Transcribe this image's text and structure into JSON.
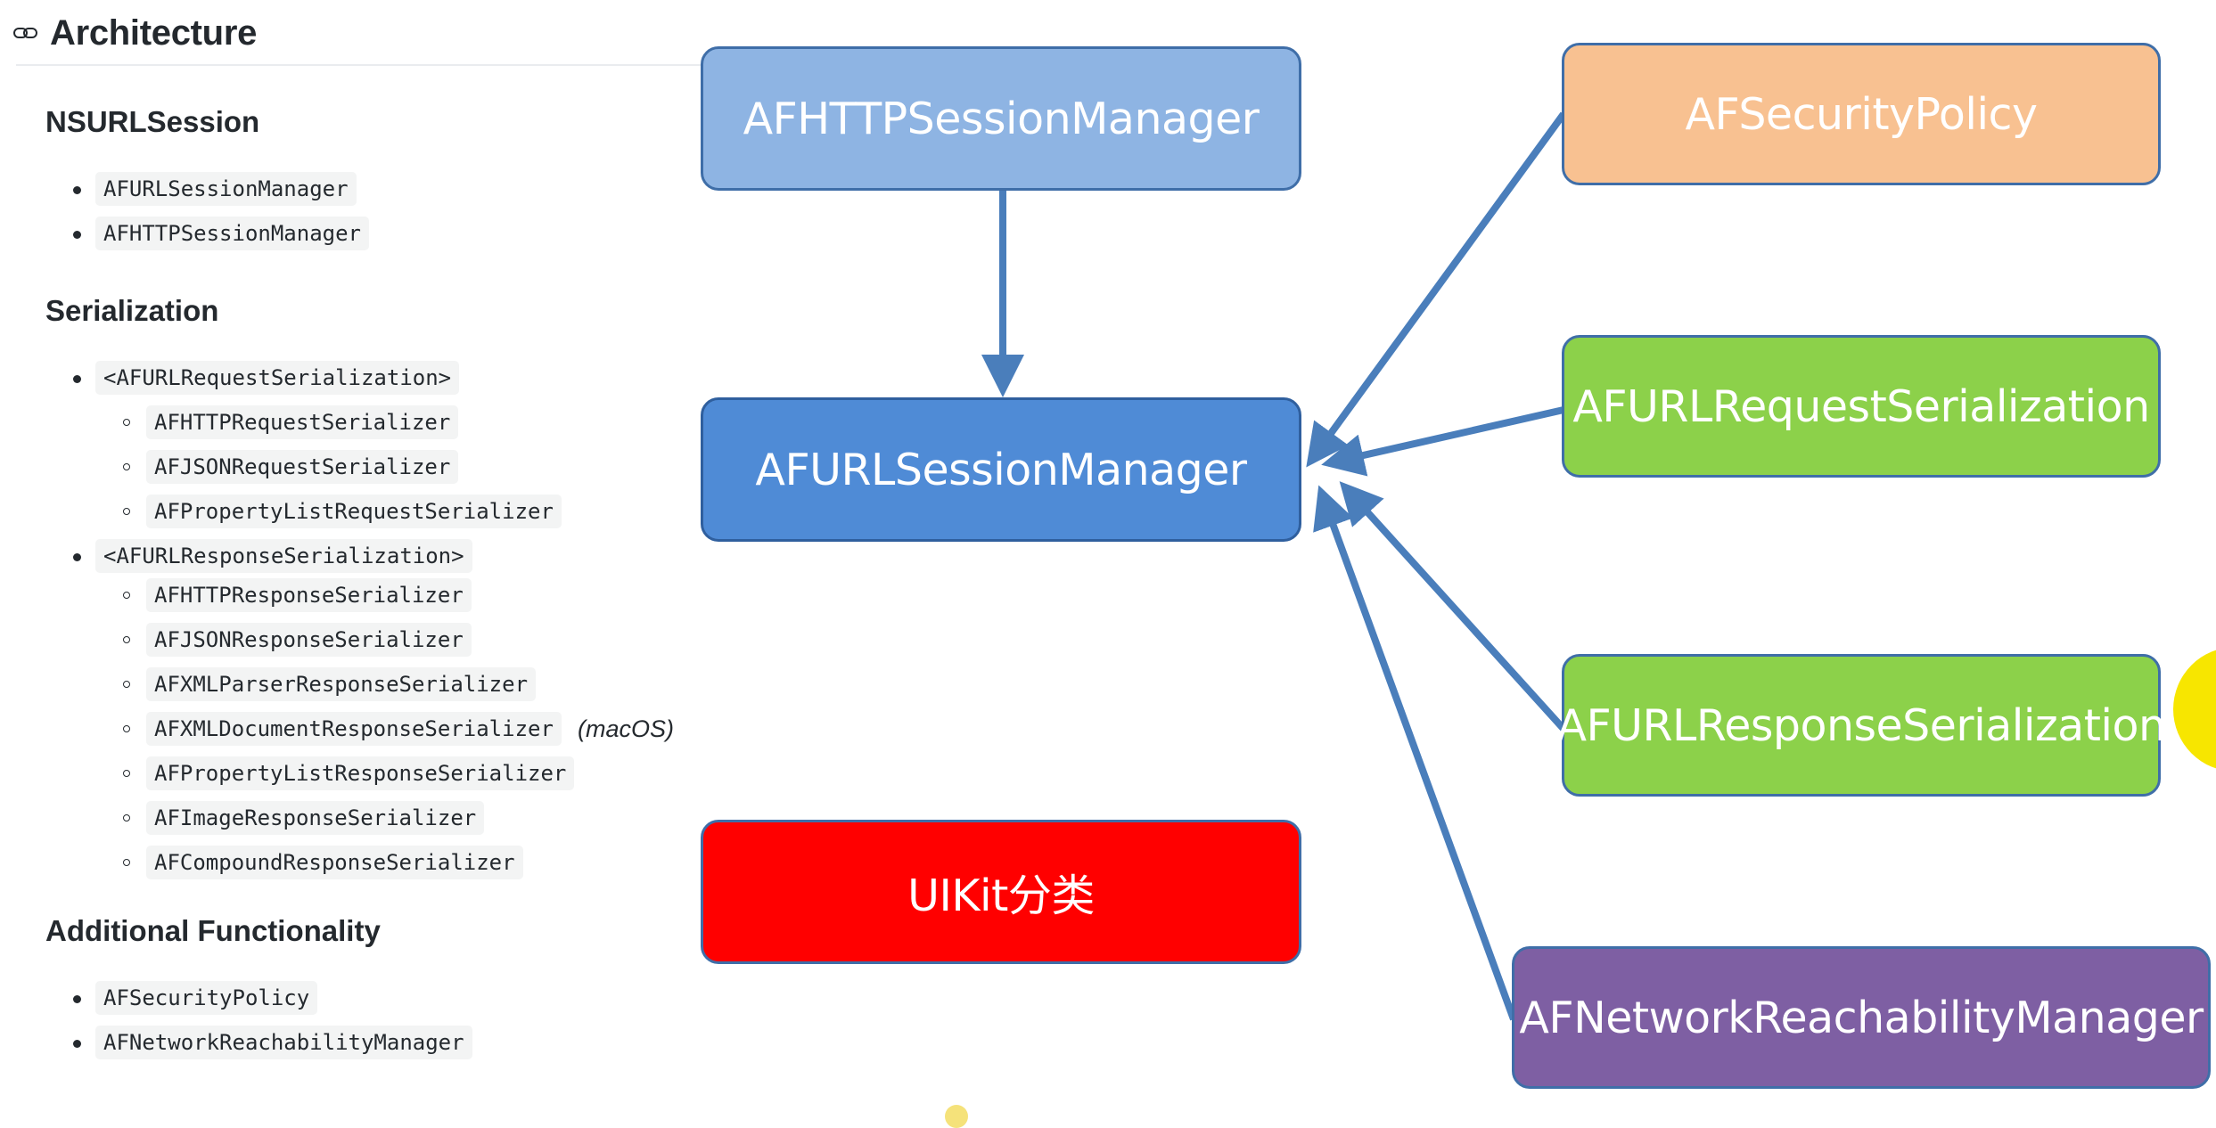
{
  "doc": {
    "title": "Architecture",
    "sections": [
      {
        "heading": "NSURLSession",
        "items": [
          {
            "label": "AFURLSessionManager"
          },
          {
            "label": "AFHTTPSessionManager"
          }
        ]
      },
      {
        "heading": "Serialization",
        "items": [
          {
            "label": "<AFURLRequestSerialization>",
            "children": [
              {
                "label": "AFHTTPRequestSerializer"
              },
              {
                "label": "AFJSONRequestSerializer"
              },
              {
                "label": "AFPropertyListRequestSerializer"
              }
            ]
          },
          {
            "label": "<AFURLResponseSerialization>",
            "children": [
              {
                "label": "AFHTTPResponseSerializer"
              },
              {
                "label": "AFJSONResponseSerializer"
              },
              {
                "label": "AFXMLParserResponseSerializer"
              },
              {
                "label": "AFXMLDocumentResponseSerializer",
                "note": "(macOS)"
              },
              {
                "label": "AFPropertyListResponseSerializer"
              },
              {
                "label": "AFImageResponseSerializer"
              },
              {
                "label": "AFCompoundResponseSerializer"
              }
            ]
          }
        ]
      },
      {
        "heading": "Additional Functionality",
        "items": [
          {
            "label": "AFSecurityPolicy"
          },
          {
            "label": "AFNetworkReachabilityManager"
          }
        ]
      }
    ]
  },
  "diagram": {
    "nodes": {
      "http_session_manager": {
        "label": "AFHTTPSessionManager",
        "color": "#8eb4e3"
      },
      "url_session_manager": {
        "label": "AFURLSessionManager",
        "color": "#4f8bd6"
      },
      "uikit": {
        "label": "UIKit分类",
        "color": "#ff0000"
      },
      "security_policy": {
        "label": "AFSecurityPolicy",
        "color": "#f8c191"
      },
      "request_serialization": {
        "label": "AFURLRequestSerialization",
        "color": "#8cd14a"
      },
      "response_serialization": {
        "label": "AFURLResponseSerialization",
        "color": "#8cd14a"
      },
      "reachability_manager": {
        "label": "AFNetworkReachabilityManager",
        "color": "#7e5fa3"
      }
    },
    "edges": [
      {
        "from": "http_session_manager",
        "to": "url_session_manager"
      },
      {
        "from": "security_policy",
        "to": "url_session_manager"
      },
      {
        "from": "request_serialization",
        "to": "url_session_manager"
      },
      {
        "from": "response_serialization",
        "to": "url_session_manager"
      },
      {
        "from": "reachability_manager",
        "to": "url_session_manager"
      }
    ],
    "arrow_color": "#4a7ebb"
  }
}
